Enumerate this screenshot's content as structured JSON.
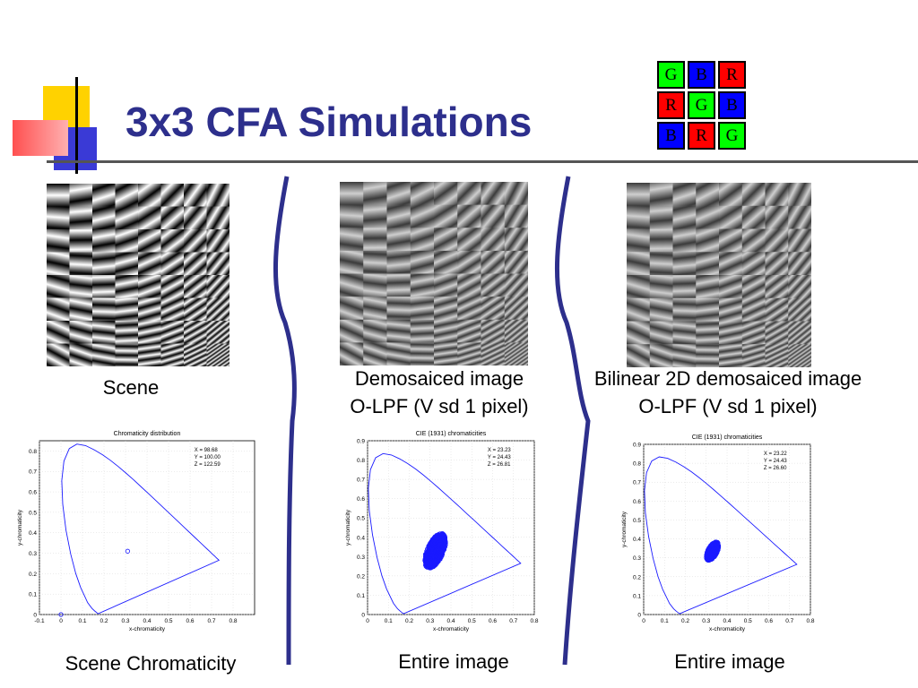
{
  "slide": {
    "title": "3x3 CFA Simulations",
    "colors": {
      "title": "#2d2f8c",
      "separator": "#2d2f8c",
      "plot_blue": "#1a1aff"
    }
  },
  "cfa": {
    "cells": [
      {
        "letter": "G",
        "color": "#00ff00"
      },
      {
        "letter": "B",
        "color": "#0000ff"
      },
      {
        "letter": "R",
        "color": "#ff0000"
      },
      {
        "letter": "R",
        "color": "#ff0000"
      },
      {
        "letter": "G",
        "color": "#00ff00"
      },
      {
        "letter": "B",
        "color": "#0000ff"
      },
      {
        "letter": "B",
        "color": "#0000ff"
      },
      {
        "letter": "R",
        "color": "#ff0000"
      },
      {
        "letter": "G",
        "color": "#00ff00"
      }
    ]
  },
  "captions": {
    "scene": "Scene",
    "demosaiced_line1": "Demosaiced image",
    "demosaiced_line2": "O-LPF (V sd 1 pixel)",
    "bilinear_line1": "Bilinear 2D demosaiced image",
    "bilinear_line2": "O-LPF (V sd 1 pixel)",
    "scene_chromaticity": "Scene Chromaticity",
    "entire_image_1": "Entire image",
    "entire_image_2": "Entire image"
  },
  "chart_data": [
    {
      "type": "scatter",
      "title": "Chromaticity distribution",
      "xlabel": "x-chromaticity",
      "ylabel": "y-chromaticity",
      "xlim": [
        -0.1,
        0.9
      ],
      "ylim": [
        0,
        0.85
      ],
      "xticks": [
        "-0.1",
        "0",
        "0.1",
        "0.2",
        "0.3",
        "0.4",
        "0.5",
        "0.6",
        "0.7",
        "0.8"
      ],
      "yticks": [
        "0",
        "0.1",
        "0.2",
        "0.3",
        "0.4",
        "0.5",
        "0.6",
        "0.7",
        "0.8"
      ],
      "annotation": [
        "X = 98.68",
        "Y = 100.00",
        "Z = 122.59"
      ],
      "points": [
        {
          "x": 0.31,
          "y": 0.31
        },
        {
          "x": 0.0,
          "y": 0.0
        }
      ],
      "cluster": null
    },
    {
      "type": "scatter",
      "title": "CIE (1931) chromaticities",
      "xlabel": "x-chromaticity",
      "ylabel": "y-chromaticity",
      "xlim": [
        0,
        0.8
      ],
      "ylim": [
        0,
        0.9
      ],
      "xticks": [
        "0",
        "0.1",
        "0.2",
        "0.3",
        "0.4",
        "0.5",
        "0.6",
        "0.7",
        "0.8"
      ],
      "yticks": [
        "0",
        "0.1",
        "0.2",
        "0.3",
        "0.4",
        "0.5",
        "0.6",
        "0.7",
        "0.8",
        "0.9"
      ],
      "annotation": [
        "X = 23.23",
        "Y = 24.43",
        "Z = 26.81"
      ],
      "points": [],
      "cluster": {
        "cx": 0.325,
        "cy": 0.33,
        "rx": 0.05,
        "ry": 0.09
      }
    },
    {
      "type": "scatter",
      "title": "CIE (1931) chromaticities",
      "xlabel": "x-chromaticity",
      "ylabel": "y-chromaticity",
      "xlim": [
        0,
        0.8
      ],
      "ylim": [
        0,
        0.9
      ],
      "xticks": [
        "0",
        "0.1",
        "0.2",
        "0.3",
        "0.4",
        "0.5",
        "0.6",
        "0.7",
        "0.8"
      ],
      "yticks": [
        "0",
        "0.1",
        "0.2",
        "0.3",
        "0.4",
        "0.5",
        "0.6",
        "0.7",
        "0.8",
        "0.9"
      ],
      "annotation": [
        "X = 23.22",
        "Y = 24.43",
        "Z = 26.60"
      ],
      "points": [],
      "cluster": {
        "cx": 0.33,
        "cy": 0.335,
        "rx": 0.03,
        "ry": 0.05
      }
    }
  ]
}
